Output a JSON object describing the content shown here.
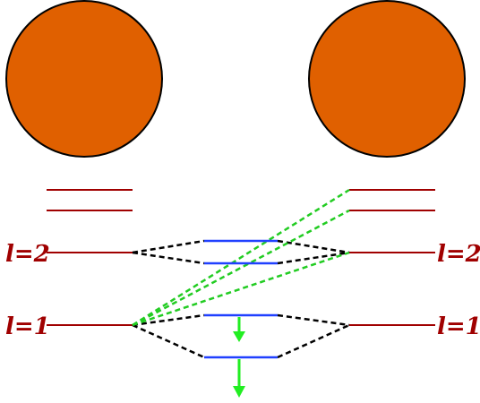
{
  "labels": {
    "left_l2": "l=2",
    "right_l2": "l=2",
    "left_l1": "l=1",
    "right_l1": "l=1"
  },
  "colors": {
    "sphere_fill": "#e06000",
    "sphere_stroke": "#000000",
    "atomic_level": "#a00000",
    "label": "#a00000",
    "molecular_level": "#2040ff",
    "correlation_line": "#000000",
    "cross_correlation_line": "#22cc22",
    "arrow": "#22ee22"
  }
}
